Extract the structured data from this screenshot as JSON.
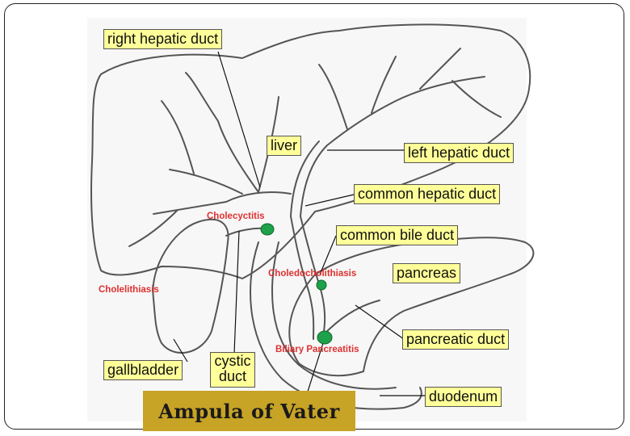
{
  "labels": {
    "right_hepatic_duct": "right hepatic duct",
    "liver": "liver",
    "left_hepatic_duct": "left hepatic duct",
    "common_hepatic_duct": "common hepatic duct",
    "common_bile_duct": "common bile duct",
    "pancreas": "pancreas",
    "pancreatic_duct": "pancreatic duct",
    "duodenum": "duodenum",
    "gallbladder": "gallbladder",
    "cystic_duct": "cystic duct"
  },
  "conditions": {
    "cholecyctitis": "Cholecyctitis",
    "cholelithiasis": "Cholelithiasis",
    "choledocholithiasis": "Choledocholithiasis",
    "biliary_pancreatitis": "Biliary Pancreatitis"
  },
  "banner": {
    "title": "Ampula of Vater"
  },
  "colors": {
    "label_bg": "#ffff99",
    "condition_text": "#e03030",
    "marker": "#1fa04a",
    "banner_bg": "#c7a326"
  }
}
